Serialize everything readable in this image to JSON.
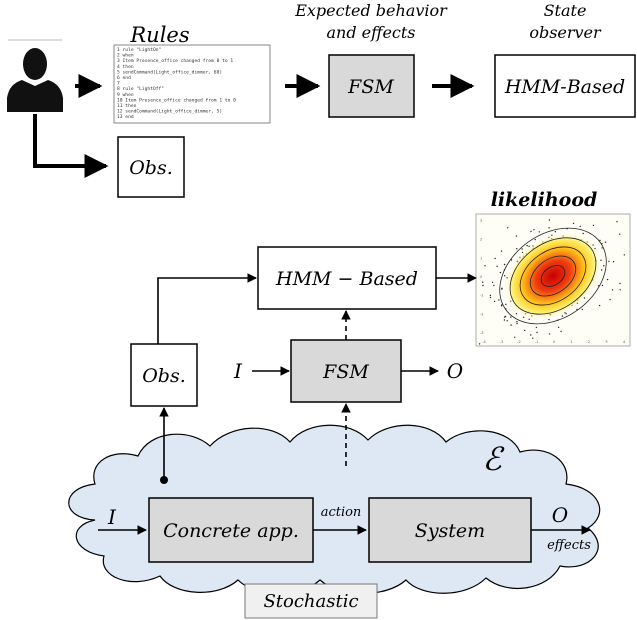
{
  "top": {
    "rules_title": "Rules",
    "expected_line1": "Expected behavior",
    "expected_line2": "and effects",
    "state_line1": "State",
    "state_line2": "observer",
    "fsm_label": "FSM",
    "hmm_label": "HMM-Based",
    "obs_label": "Obs."
  },
  "rules_code": {
    "lines": [
      "1  rule \"LightOn\"",
      "2  when",
      "3    Item Presence_office changed from 0 to 1",
      "4  then",
      "5    sendCommand(Light_office_dimmer, 60)",
      "6  end",
      "7",
      "8  rule \"LightOff\"",
      "9  when",
      "10   Item Presence_office changed from 1 to 0",
      "11 then",
      "12   sendCommand(Light_office_dimmer, 5)",
      "13 end"
    ]
  },
  "bottom": {
    "likelihood_title": "likelihood",
    "hmm_label": "HMM − Based",
    "obs_label": "Obs.",
    "fsm_label": "FSM",
    "input_I": "I",
    "output_O": "O",
    "env_symbol": "ℰ",
    "concrete_label": "Concrete app.",
    "system_label": "System",
    "action_label": "action",
    "effects_label": "effects",
    "stochastic_label": "Stochastic",
    "plot_ticks_x": [
      "-4",
      "-3",
      "-2",
      "-1",
      "0",
      "1",
      "2",
      "3",
      "4"
    ],
    "plot_ticks_y": [
      "3",
      "2",
      "1",
      "0",
      "-1",
      "-2",
      "-3"
    ]
  },
  "colors": {
    "box_gray": "#d9d9d9",
    "cloud_fill": "#dde8f4",
    "stochastic_fill": "#f0f0f0",
    "plot_red": "#e01b10",
    "plot_yellow": "#ffe633"
  }
}
